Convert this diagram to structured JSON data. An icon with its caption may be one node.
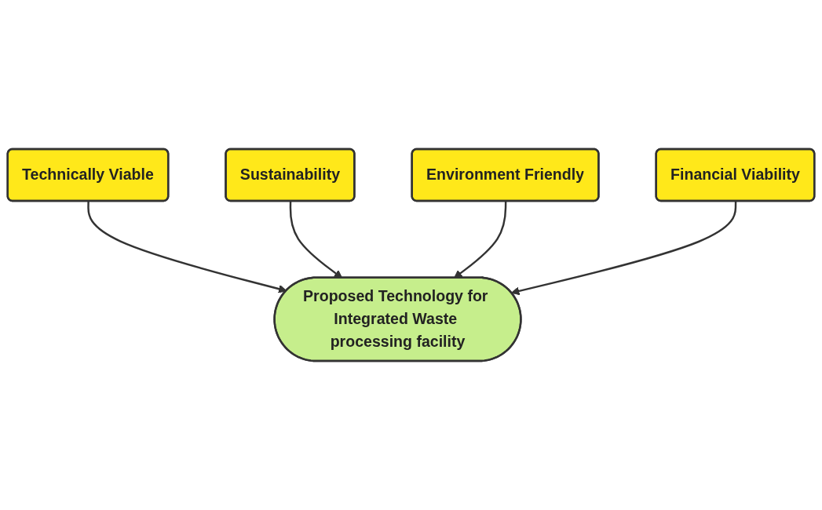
{
  "diagram": {
    "nodes": [
      {
        "text": [
          "Technically Viable"
        ]
      },
      {
        "text": [
          "Sustainability"
        ]
      },
      {
        "text": [
          "Proposed Technology for Integrated Waste processing facility"
        ]
      },
      {
        "text": [
          "Environment Friendly"
        ]
      },
      {
        "text": [
          "Financial Viability"
        ]
      }
    ],
    "edges": [
      {
        "from": 0,
        "to": 2,
        "arrow": "to"
      },
      {
        "from": 1,
        "to": 2,
        "arrow": "to"
      },
      {
        "from": 3,
        "to": 2,
        "arrow": "to"
      },
      {
        "from": 4,
        "to": 2,
        "arrow": "to"
      }
    ]
  }
}
